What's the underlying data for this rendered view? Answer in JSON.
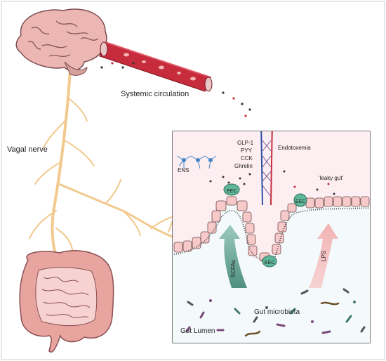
{
  "labels": {
    "systemic_circulation": "Systemic circulation",
    "vagal_nerve": "Vagal nerve",
    "ens": "ENS",
    "hormones": [
      "GLP-1",
      "PYY",
      "CCK",
      "Ghrelin"
    ],
    "endotoxemia": "Endotoxemia",
    "leaky_gut": "'leaky gut'",
    "eec": "EEC",
    "scfas": "SCFAs",
    "lps": "LPS",
    "gut_microbiota": "Gut microbiota",
    "gut_lumen": "Gut Lumen"
  },
  "colors": {
    "nerve": "#f2c98e",
    "vessel_red": "#c72c3c",
    "vessel_blue": "#2b4fa3",
    "epithelium": "#f7c9c9",
    "eec": "#5fb79a",
    "scfa_arrow": "#5f9c8b",
    "lps_arrow": "#f4c1c1",
    "inset_border": "#222222",
    "mucosa_bg": "#fdeef1"
  },
  "icons": [
    "brain-icon",
    "colon-icon",
    "neuron-icon",
    "bacteria-icon"
  ]
}
